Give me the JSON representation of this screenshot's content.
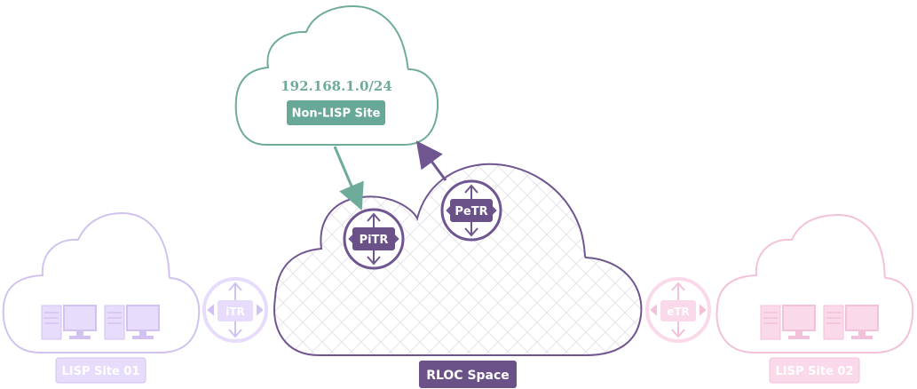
{
  "colors": {
    "purple_dark": "#6f5690",
    "purple_fill": "#6a5187",
    "teal": "#6fab9b",
    "teal_fill": "#68a898",
    "lavender": "#d2c2ef",
    "lavender_light": "#e7dcfb",
    "pink": "#f3c1da",
    "pink_light": "#fad9ea"
  },
  "non_lisp_site": {
    "subnet": "192.168.1.0/24",
    "label": "Non-LISP Site"
  },
  "rloc_space": {
    "label": "RLOC Space"
  },
  "routers": {
    "pitr": "PiTR",
    "petr": "PeTR",
    "itr": "iTR",
    "etr": "eTR"
  },
  "sites": {
    "site01": "LISP Site 01",
    "site02": "LISP Site 02"
  },
  "icons": [
    "cloud-icon",
    "router-icon",
    "server-icon",
    "monitor-icon"
  ]
}
